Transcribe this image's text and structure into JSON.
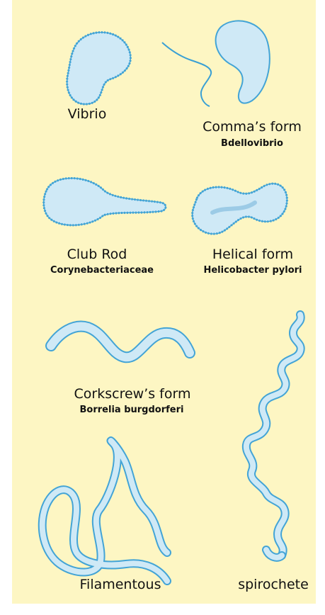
{
  "palette": {
    "background": "#fdf6c3",
    "cell_fill": "#cfe9f6",
    "cell_stroke": "#43a4d6",
    "flagella": "#3aa0d4"
  },
  "labels": {
    "vibrio": "Vibrio",
    "comma_form": "Comma’s form",
    "bdellovibrio": "Bdellovibrio",
    "club_rod": "Club Rod",
    "corynebacteriaceae": "Corynebacteriaceae",
    "helical_form": "Helical form",
    "helicobacter": "Helicobacter pylori",
    "corkscrew_form": "Corkscrew’s form",
    "borrelia": "Borrelia burgdorferi",
    "filamentous": "Filamentous",
    "spirochete": "spirochete"
  }
}
